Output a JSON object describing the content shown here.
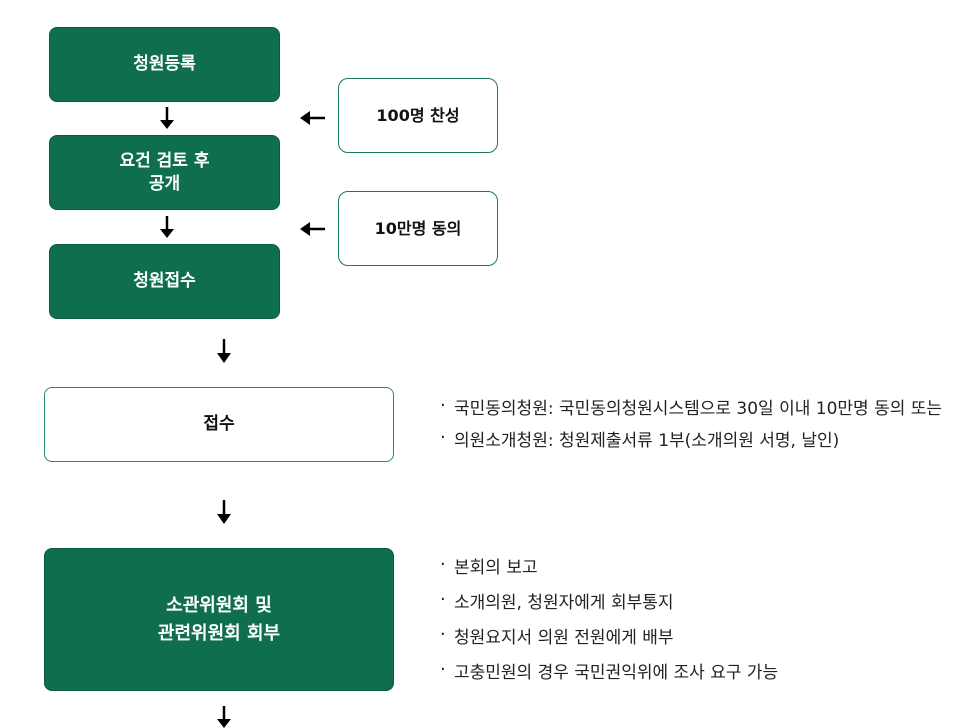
{
  "top_flow": {
    "steps": [
      "청원등록",
      "요건 검토 후\n공개",
      "청원접수"
    ],
    "side_inputs": [
      "100명 찬성",
      "10만명 동의"
    ]
  },
  "main_flow": {
    "reception": {
      "label": "접수",
      "notes": [
        "국민동의청원: 국민동의청원시스템으로 30일 이내 10만명 동의 또는",
        "의원소개청원: 청원제출서류 1부(소개의원 서명, 날인)"
      ]
    },
    "referral": {
      "label": "소관위원회 및\n관련위원회 회부",
      "notes": [
        "본회의 보고",
        "소개의원, 청원자에게 회부통지",
        "청원요지서 의원 전원에게 배부",
        "고충민원의 경우 국민권익위에 조사 요구 가능"
      ]
    }
  },
  "colors": {
    "green": "#0f6e50",
    "outline": "#1a7a5a"
  }
}
